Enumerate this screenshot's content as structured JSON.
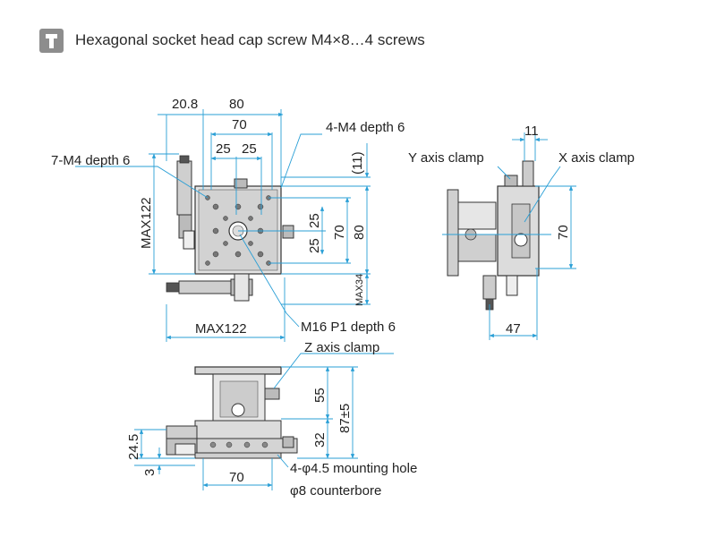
{
  "header": {
    "icon": "socket-screw-icon",
    "text": "Hexagonal socket head cap screw M4×8…4 screws"
  },
  "top_view": {
    "dims": {
      "offset": "20.8",
      "width_80": "80",
      "width_70": "70",
      "hole_25a": "25",
      "hole_25b": "25",
      "clearance_11": "(11)",
      "height_max122": "MAX122",
      "v_25a": "25",
      "v_25b": "25",
      "v_70": "70",
      "v_80": "80",
      "v_max34": "MAX34",
      "bottom_max122": "MAX122"
    },
    "callouts": {
      "m4_top": "4-M4 depth 6",
      "m4_left": "7-M4 depth 6",
      "m16": "M16 P1 depth 6"
    }
  },
  "side_view_right": {
    "dims": {
      "top_11": "11",
      "v_70": "70",
      "bottom_47": "47"
    },
    "callouts": {
      "y_clamp": "Y axis clamp",
      "x_clamp": "X axis clamp"
    }
  },
  "front_view": {
    "dims": {
      "v_55": "55",
      "v_87": "87±5",
      "v_32": "32",
      "v_24_5": "24.5",
      "v_3": "3",
      "bottom_70": "70"
    },
    "callouts": {
      "z_clamp": "Z axis clamp",
      "mount_hole": "4-φ4.5 mounting hole",
      "counterbore": "φ8 counterbore"
    }
  },
  "colors": {
    "dimension_line": "#2a9fd6",
    "body_fill": "#d6d6d6",
    "body_dark": "#9a9a9a",
    "outline": "#333333",
    "badge": "#8d8d8d"
  }
}
